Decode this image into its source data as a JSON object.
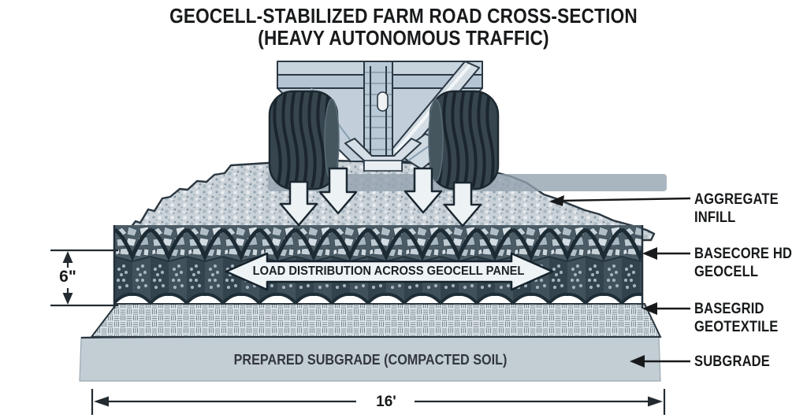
{
  "title": {
    "line1": "GEOCELL-STABILIZED FARM ROAD CROSS-SECTION",
    "line2": "(HEAVY AUTONOMOUS TRAFFIC)"
  },
  "layer_labels": {
    "aggregate_infill": {
      "line1": "AGGREGATE",
      "line2": "INFILL"
    },
    "basecore_hd_geocell": {
      "line1": "BASECORE HD",
      "line2": "GEOCELL"
    },
    "basegrid_geotextile": {
      "line1": "BASEGRID",
      "line2": "GEOTEXTILE"
    },
    "subgrade": {
      "line1": "SUBGRADE"
    }
  },
  "annotations": {
    "load_distribution": "LOAD DISTRIBUTION ACROSS GEOCELL PANEL",
    "prepared_subgrade": "PREPARED SUBGRADE (COMPACTED SOIL)"
  },
  "dimensions": {
    "geocell_depth": "6\"",
    "road_width": "16'"
  },
  "colors": {
    "background": "#ffffff",
    "ink": "#17191b",
    "aggregate_fill": "#c9d1d7",
    "geocell_wall": "#3d4d57",
    "infill_rock": "#c3ced6",
    "geotextile": "#e2e8ec",
    "subgrade": "#c3cdd4",
    "vehicle_body": "#c5d1dc",
    "tire": "#37454f",
    "load_arrow_fill": "#edf2f5"
  }
}
